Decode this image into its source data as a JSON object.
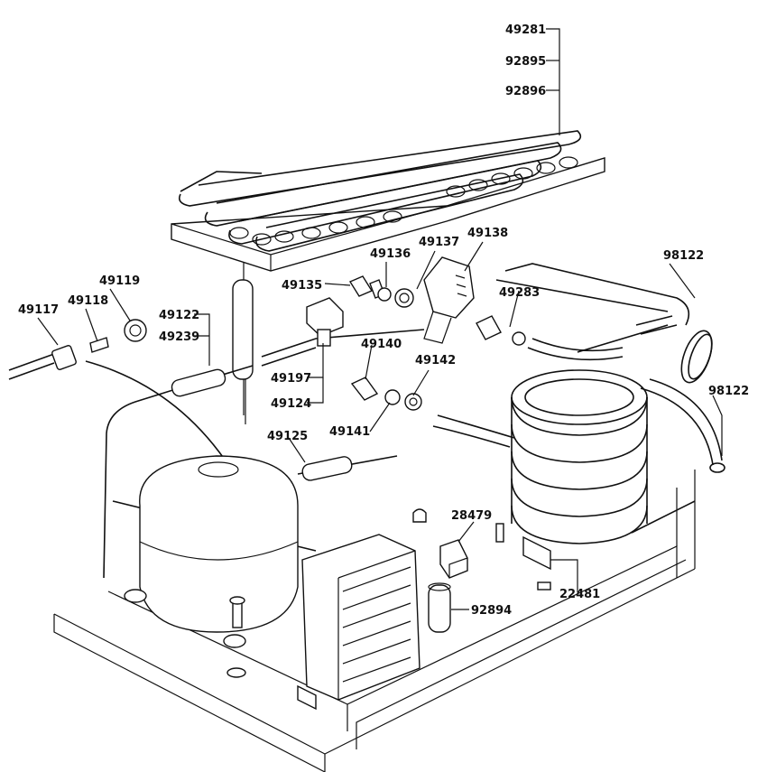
{
  "labels": {
    "p49281": "49281",
    "p92895": "92895",
    "p92896": "92896",
    "p49138": "49138",
    "p49137": "49137",
    "p49136": "49136",
    "p49135": "49135",
    "p98122a": "98122",
    "p49119": "49119",
    "p49118": "49118",
    "p49117": "49117",
    "p49122": "49122",
    "p49239": "49239",
    "p49283": "49283",
    "p49140": "49140",
    "p49142": "49142",
    "p49197": "49197",
    "p49124": "49124",
    "p49141": "49141",
    "p98122b": "98122",
    "p49125": "49125",
    "p28479": "28479",
    "p22481": "22481",
    "p92894": "92894"
  }
}
